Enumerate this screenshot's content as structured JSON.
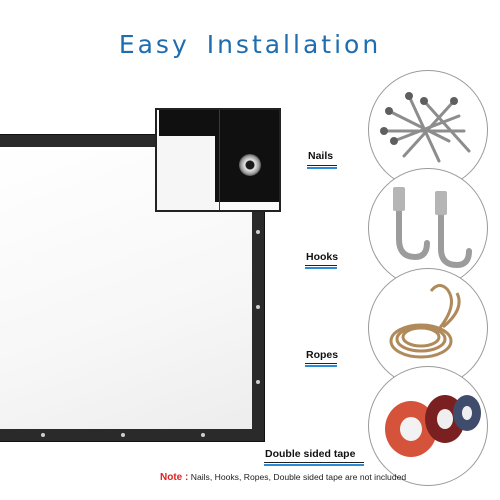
{
  "title": "Easy  Installation",
  "items": [
    {
      "label": "Nails",
      "icon": "nails-icon"
    },
    {
      "label": "Hooks",
      "icon": "hooks-icon"
    },
    {
      "label": "Ropes",
      "icon": "rope-icon"
    },
    {
      "label": "Double sided tape",
      "icon": "tape-icon"
    }
  ],
  "note": {
    "head": "Note :",
    "text": " Nails, Hooks, Ropes, Double sided tape are not included"
  },
  "colors": {
    "title": "#1d6db0",
    "note_head": "#e02020",
    "accent_line": "#2a8bd6",
    "screen_frame": "#2a2a2a"
  }
}
